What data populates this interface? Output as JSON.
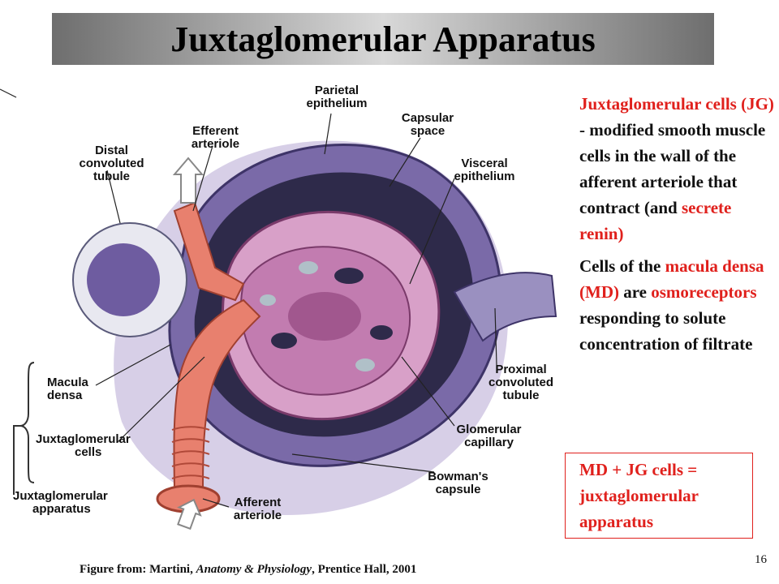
{
  "title": "Juxtaglomerular Apparatus",
  "labels": {
    "parietal_line1": "Parietal",
    "parietal_line2": "epithelium",
    "capsular_line1": "Capsular",
    "capsular_line2": "space",
    "efferent_line1": "Efferent",
    "efferent_line2": "arteriole",
    "distal_line1": "Distal",
    "distal_line2": "convoluted",
    "distal_line3": "tubule",
    "visceral_line1": "Visceral",
    "visceral_line2": "epithelium",
    "macula_line1": "Macula",
    "macula_line2": "densa",
    "jg_cells_line1": "Juxtaglomerular",
    "jg_cells_line2": "cells",
    "proximal_line1": "Proximal",
    "proximal_line2": "convoluted",
    "proximal_line3": "tubule",
    "glomerular_line1": "Glomerular",
    "glomerular_line2": "capillary",
    "bowman_line1": "Bowman's",
    "bowman_line2": "capsule",
    "jg_apparatus_line1": "Juxtaglomerular",
    "jg_apparatus_line2": "apparatus",
    "afferent_line1": "Afferent",
    "afferent_line2": "arteriole"
  },
  "text_panel": {
    "p1_red": "Juxtaglomerular cells (JG)",
    "p1_rest": " - modified smooth muscle cells in the wall of the afferent arteriole that contract (and ",
    "p1_red_end": "secrete renin)",
    "p2_start": "Cells of the ",
    "p2_red1": "macula densa (MD)",
    "p2_mid": " are ",
    "p2_red2": "osmoreceptors",
    "p2_end": " responding to solute concentration of filtrate"
  },
  "box_text": "MD + JG cells = juxtaglomerular apparatus",
  "caption": {
    "prefix": "Figure from: Martini, ",
    "italic": "Anatomy & Physiology",
    "suffix": ", Prentice Hall, 2001"
  },
  "slide_number": "16",
  "colors": {
    "accent_red": "#e0201c",
    "arteriole": "#e8806e",
    "capsule_purple": "#7a6aa8",
    "capillary_pink": "#d8a0c8"
  }
}
